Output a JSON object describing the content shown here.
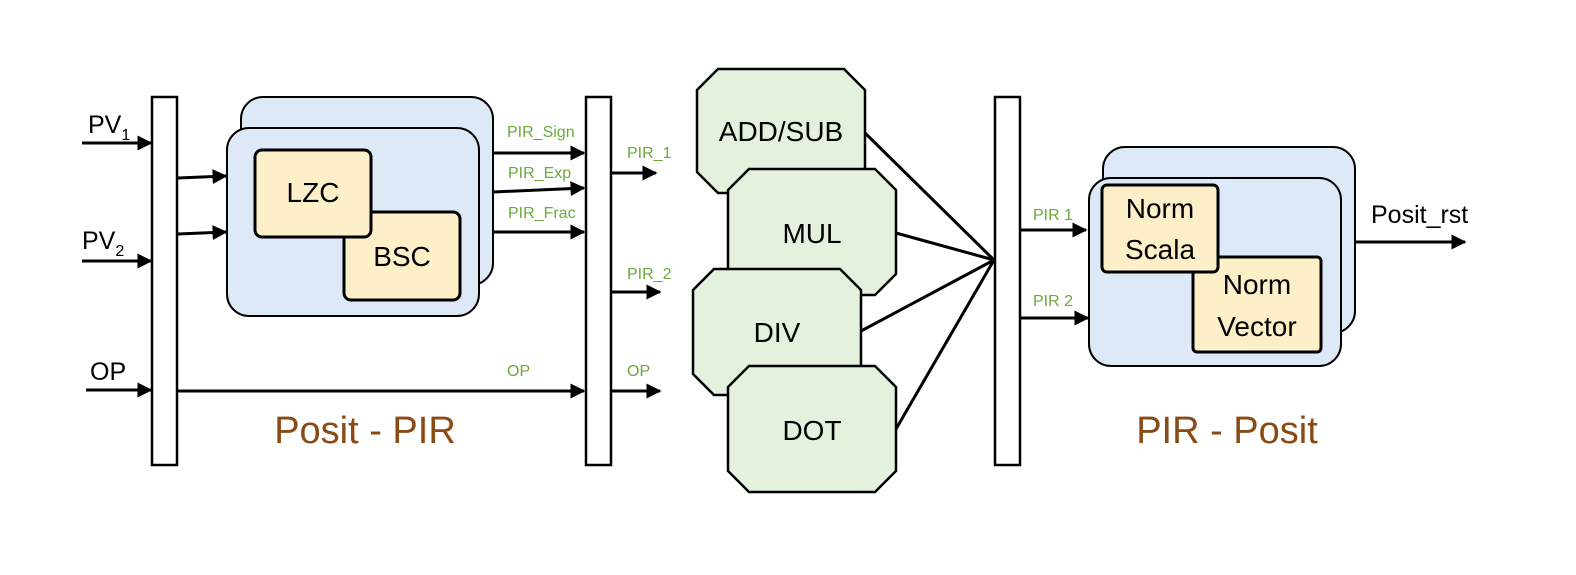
{
  "inputs": {
    "pv1_main": "PV",
    "pv1_sub": "1",
    "pv2_main": "PV",
    "pv2_sub": "2",
    "op": "OP"
  },
  "posit_pir": {
    "title": "Posit - PIR",
    "lzc": "LZC",
    "bsc": "BSC",
    "sig_sign": "PIR_Sign",
    "sig_exp": "PIR_Exp",
    "sig_frac": "PIR_Frac",
    "sig_op": "OP"
  },
  "mid_outputs": {
    "pir_1": "PIR_1",
    "pir_2": "PIR_2",
    "op": "OP"
  },
  "units": {
    "add_sub": "ADD/SUB",
    "mul": "MUL",
    "div": "DIV",
    "dot": "DOT"
  },
  "pir_posit": {
    "title": "PIR - Posit",
    "in1": "PIR 1",
    "in2": "PIR 2",
    "norm_scala_1": "Norm",
    "norm_scala_2": "Scala",
    "norm_vector_1": "Norm",
    "norm_vector_2": "Vector",
    "output": "Posit_rst"
  },
  "colors": {
    "block_blue": "#dde9f6",
    "block_yellow": "#fdf0c8",
    "block_green": "#e3f1dd",
    "signal_green": "#6aaa3a",
    "title_brown": "#8a4a14"
  }
}
